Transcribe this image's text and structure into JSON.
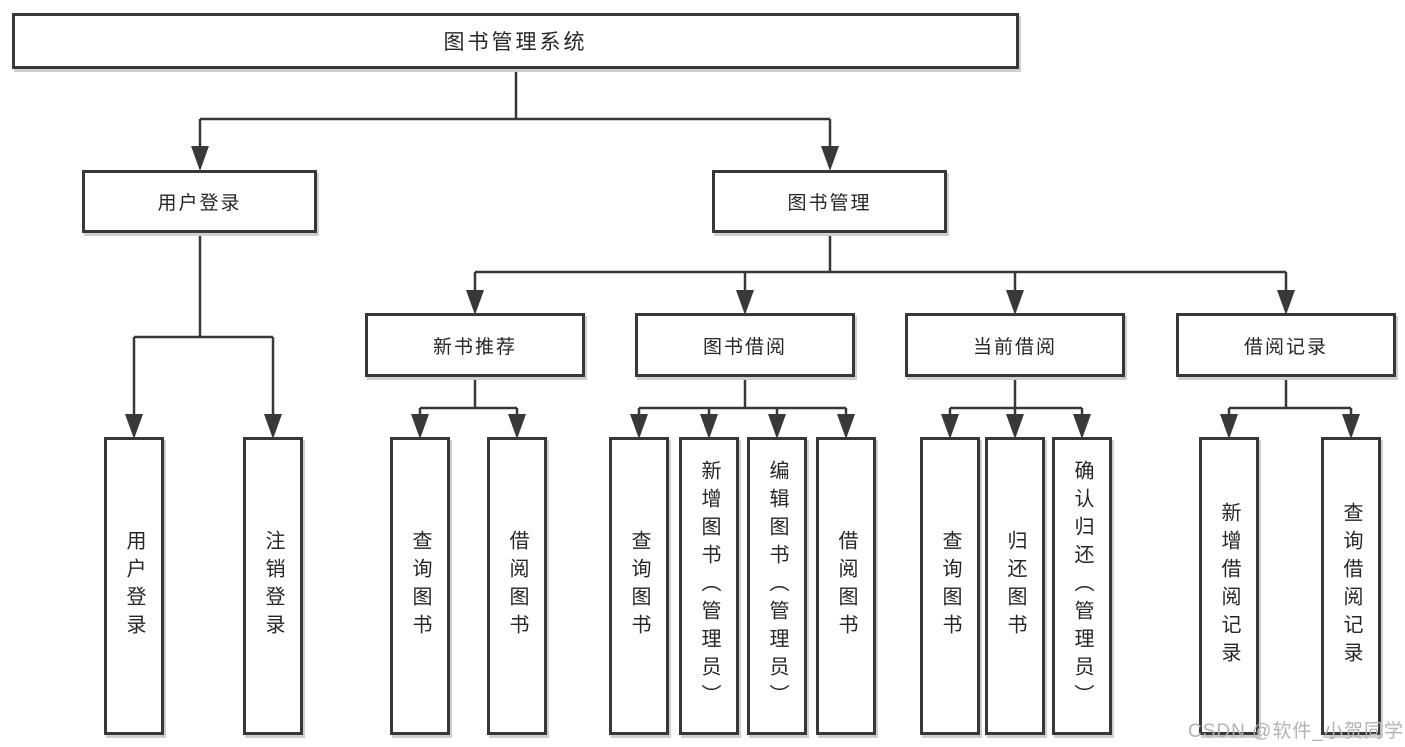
{
  "diagram_type": "hierarchy-tree",
  "tree": {
    "root": {
      "label": "图书管理系统",
      "children": [
        {
          "label": "用户登录",
          "children": [
            {
              "label": "用户登录"
            },
            {
              "label": "注销登录"
            }
          ]
        },
        {
          "label": "图书管理",
          "children": [
            {
              "label": "新书推荐",
              "children": [
                {
                  "label": "查询图书"
                },
                {
                  "label": "借阅图书"
                }
              ]
            },
            {
              "label": "图书借阅",
              "children": [
                {
                  "label": "查询图书"
                },
                {
                  "label": "新增图书（管理员）"
                },
                {
                  "label": "编辑图书（管理员）"
                },
                {
                  "label": "借阅图书"
                }
              ]
            },
            {
              "label": "当前借阅",
              "children": [
                {
                  "label": "查询图书"
                },
                {
                  "label": "归还图书"
                },
                {
                  "label": "确认归还（管理员）"
                }
              ]
            },
            {
              "label": "借阅记录",
              "children": [
                {
                  "label": "新增借阅记录"
                },
                {
                  "label": "查询借阅记录"
                }
              ]
            }
          ]
        }
      ]
    }
  },
  "watermark": {
    "text": "CSDN @软件_小贺同学"
  },
  "colors": {
    "line": "#383838",
    "box_border": "#383838",
    "text": "#262626",
    "background": "#ffffff",
    "watermark": "#b3b3b3"
  }
}
